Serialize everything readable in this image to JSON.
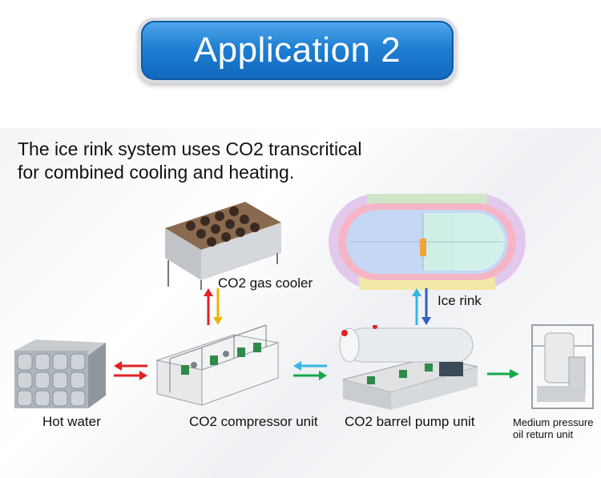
{
  "title": "Application 2",
  "intro": {
    "line1": "The ice rink system uses CO2 transcritical",
    "line2": "for combined cooling and heating."
  },
  "labels": {
    "gas_cooler": "CO2 gas cooler",
    "ice_rink": "Ice rink",
    "hot_water": "Hot water",
    "compressor": "CO2 compressor unit",
    "barrel_pump": "CO2 barrel pump unit",
    "oil_return_line1": "Medium pressure",
    "oil_return_line2": "oil return unit"
  },
  "colors": {
    "title_blue": "#1f7fd2",
    "arrow_red": "#e32222",
    "arrow_yellow": "#f0b400",
    "arrow_green": "#14a84a",
    "arrow_blue": "#2f86d8",
    "arrow_lightblue": "#33b6e8"
  }
}
